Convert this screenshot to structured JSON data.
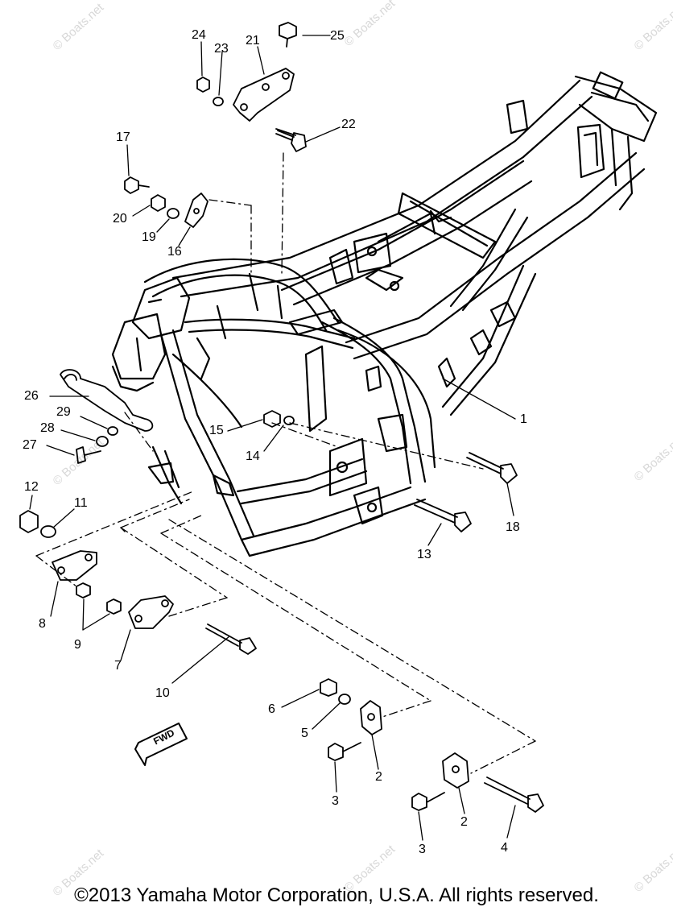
{
  "watermark": "© Boats.net",
  "fwd_label": "FWD",
  "copyright": "©2013 Yamaha Motor Corporation, U.S.A. All rights reserved.",
  "callouts": [
    "1",
    "2",
    "2",
    "3",
    "3",
    "4",
    "5",
    "6",
    "7",
    "8",
    "9",
    "10",
    "11",
    "12",
    "13",
    "14",
    "15",
    "16",
    "17",
    "18",
    "19",
    "20",
    "21",
    "22",
    "23",
    "24",
    "25",
    "26",
    "27",
    "28",
    "29"
  ]
}
